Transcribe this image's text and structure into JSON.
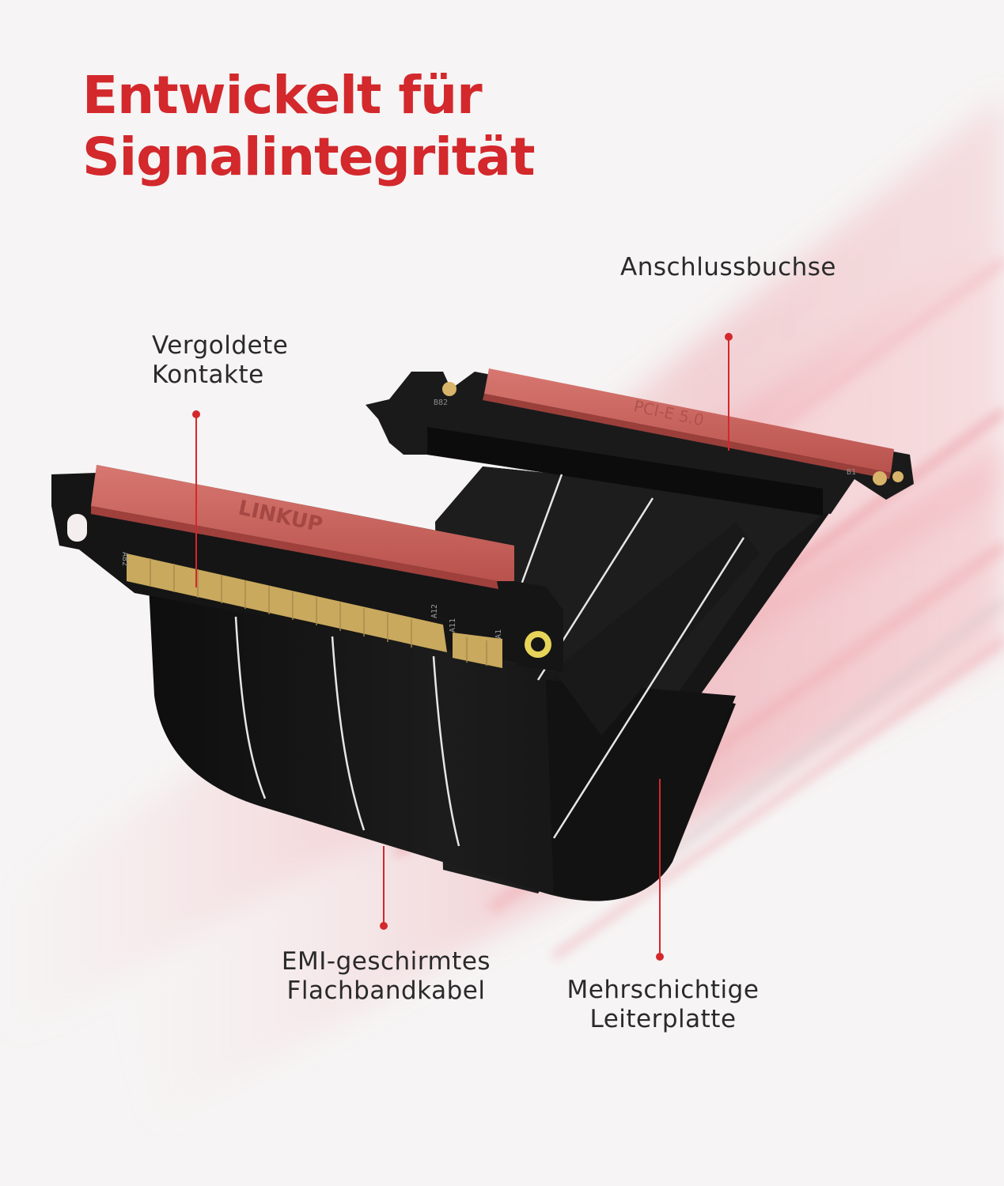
{
  "headline": {
    "line1": "Entwickelt für",
    "line2": "Signalintegrität"
  },
  "callouts": {
    "connector_socket": "Anschlussbuchse",
    "gold_contacts": {
      "line1": "Vergoldete",
      "line2": "Kontakte"
    },
    "emi_cable": {
      "line1": "EMI-geschirmtes",
      "line2": "Flachbandkabel"
    },
    "pcb": {
      "line1": "Mehrschichtige",
      "line2": "Leiterplatte"
    }
  },
  "product": {
    "brand_print": "LINKUP",
    "slot_print": "PCI-E 5.0",
    "pin_labels": {
      "a82": "A82",
      "a12": "A12",
      "a11": "A11",
      "a1": "A1",
      "b82": "B82",
      "b1": "B1"
    }
  },
  "colors": {
    "accent": "#d3282c",
    "text": "#2a2a2a",
    "connector_red": "#c9645f",
    "cable_black": "#141414",
    "gold": "#c9a95e",
    "background": "#f6f4f4"
  }
}
